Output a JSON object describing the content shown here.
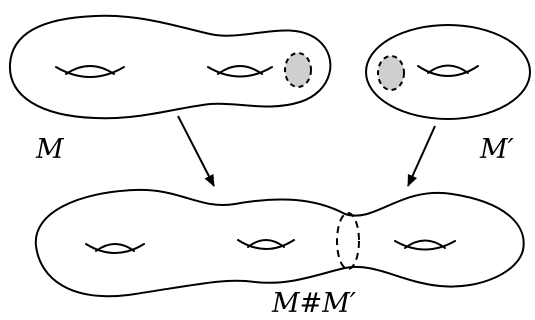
{
  "labels": {
    "m": "M",
    "m_prime": "M′",
    "sum": "M#M′"
  }
}
